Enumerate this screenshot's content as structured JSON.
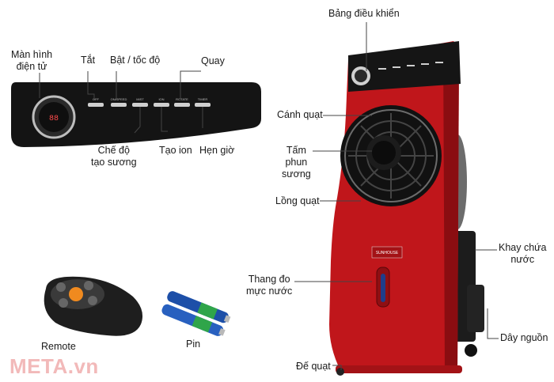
{
  "labels": {
    "control_panel": "Bảng điều khiển",
    "screen_line1": "Màn hình",
    "screen_line2": "điện tử",
    "off": "Tắt",
    "on_speed": "Bật / tốc độ",
    "swing": "Quay",
    "mist_mode_line1": "Chế độ",
    "mist_mode_line2": "tạo sương",
    "ion": "Tạo ion",
    "timer": "Hẹn giờ",
    "blade": "Cánh quạt",
    "mist_plate_line1": "Tấm",
    "mist_plate_line2": "phun",
    "mist_plate_line3": "sương",
    "fan_cage": "Lồng quạt",
    "water_tank_line1": "Khay chứa",
    "water_tank_line2": "nước",
    "water_gauge_line1": "Thang đo",
    "water_gauge_line2": "mực nước",
    "power_cord": "Dây nguồn",
    "base": "Đế quạt",
    "remote": "Remote",
    "battery": "Pin"
  },
  "panel_buttons": [
    "OFF",
    "ON/SPEED",
    "MIST",
    "ION",
    "ROTATE",
    "TIMER"
  ],
  "brand_text": "SUNHOUSE",
  "watermark": "META.vn",
  "colors": {
    "fan_red": "#c0161b",
    "panel_black": "#141414",
    "watermark": "#f2b9b9"
  }
}
